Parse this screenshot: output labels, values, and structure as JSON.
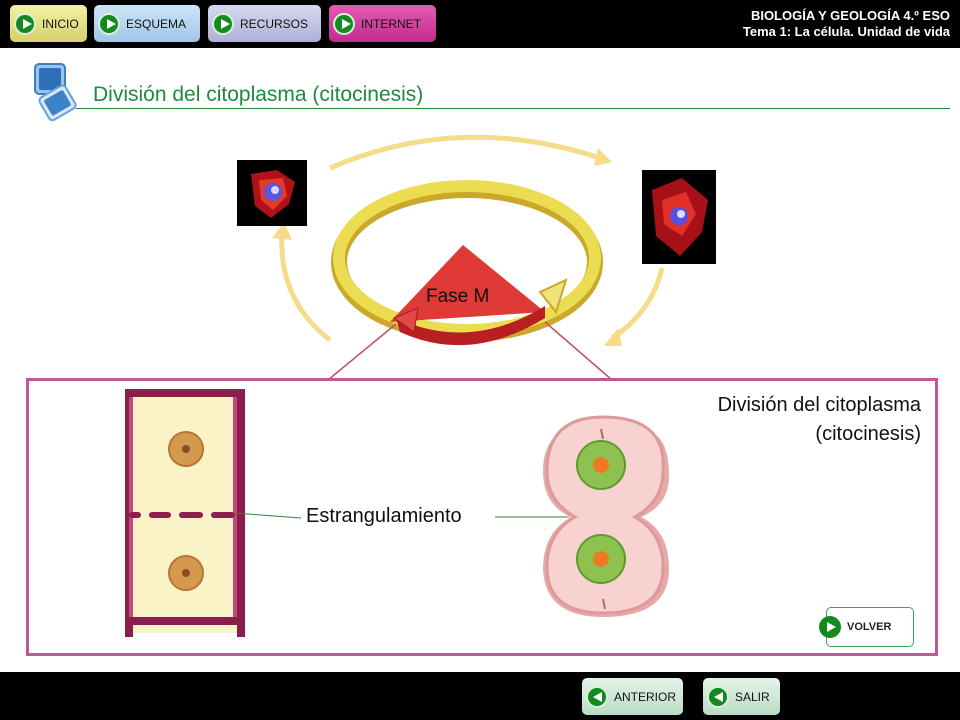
{
  "nav": {
    "inicio": "INICIO",
    "esquema": "ESQUEMA",
    "recursos": "RECURSOS",
    "internet": "INTERNET"
  },
  "header": {
    "line1": "BIOLOGÍA Y GEOLOGÍA 4.º ESO",
    "line2": "Tema 1: La célula. Unidad de vida"
  },
  "page_title": "División del citoplasma (citocinesis)",
  "cycle": {
    "phase_label": "Fase M"
  },
  "detail": {
    "title_line1": "División del citoplasma",
    "title_line2": "(citocinesis)",
    "constriction_label": "Estrangulamiento",
    "volver": "VOLVER"
  },
  "footer": {
    "anterior": "ANTERIOR",
    "salir": "SALIR"
  },
  "colors": {
    "accent_green": "#1e8a3c",
    "panel_border": "#c2569b",
    "internet_button": "#c12c8c",
    "phase_red": "#d42a2a",
    "ring_yellow": "#e8d64a"
  }
}
